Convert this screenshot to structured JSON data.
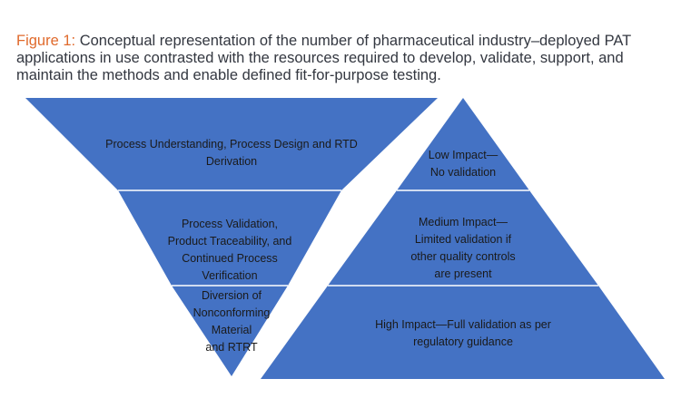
{
  "caption": {
    "label": "Figure 1:",
    "text": " Conceptual representation of the number of pharmaceutical industry–deployed PAT applications in use contrasted with the resources required to develop, validate, support, and maintain the methods and enable defined fit-for-purpose testing."
  },
  "inverted_triangle": {
    "tiers": [
      {
        "text": "Process Understanding, Process Design and RTD\nDerivation"
      },
      {
        "text": "Process Validation,\nProduct Traceability, and\nContinued Process\nVerification"
      },
      {
        "text": "Diversion of\nNonconforming\nMaterial\nand RTRT"
      }
    ]
  },
  "upright_triangle": {
    "tiers": [
      {
        "text": "Low Impact—\nNo validation"
      },
      {
        "text": "Medium Impact—\nLimited validation if\nother quality controls\nare present"
      },
      {
        "text": "High Impact—Full validation as per\nregulatory guidance"
      }
    ]
  },
  "colors": {
    "shape_fill": "#4472c4",
    "caption_label": "#e06a2c",
    "caption_text": "#333740"
  }
}
